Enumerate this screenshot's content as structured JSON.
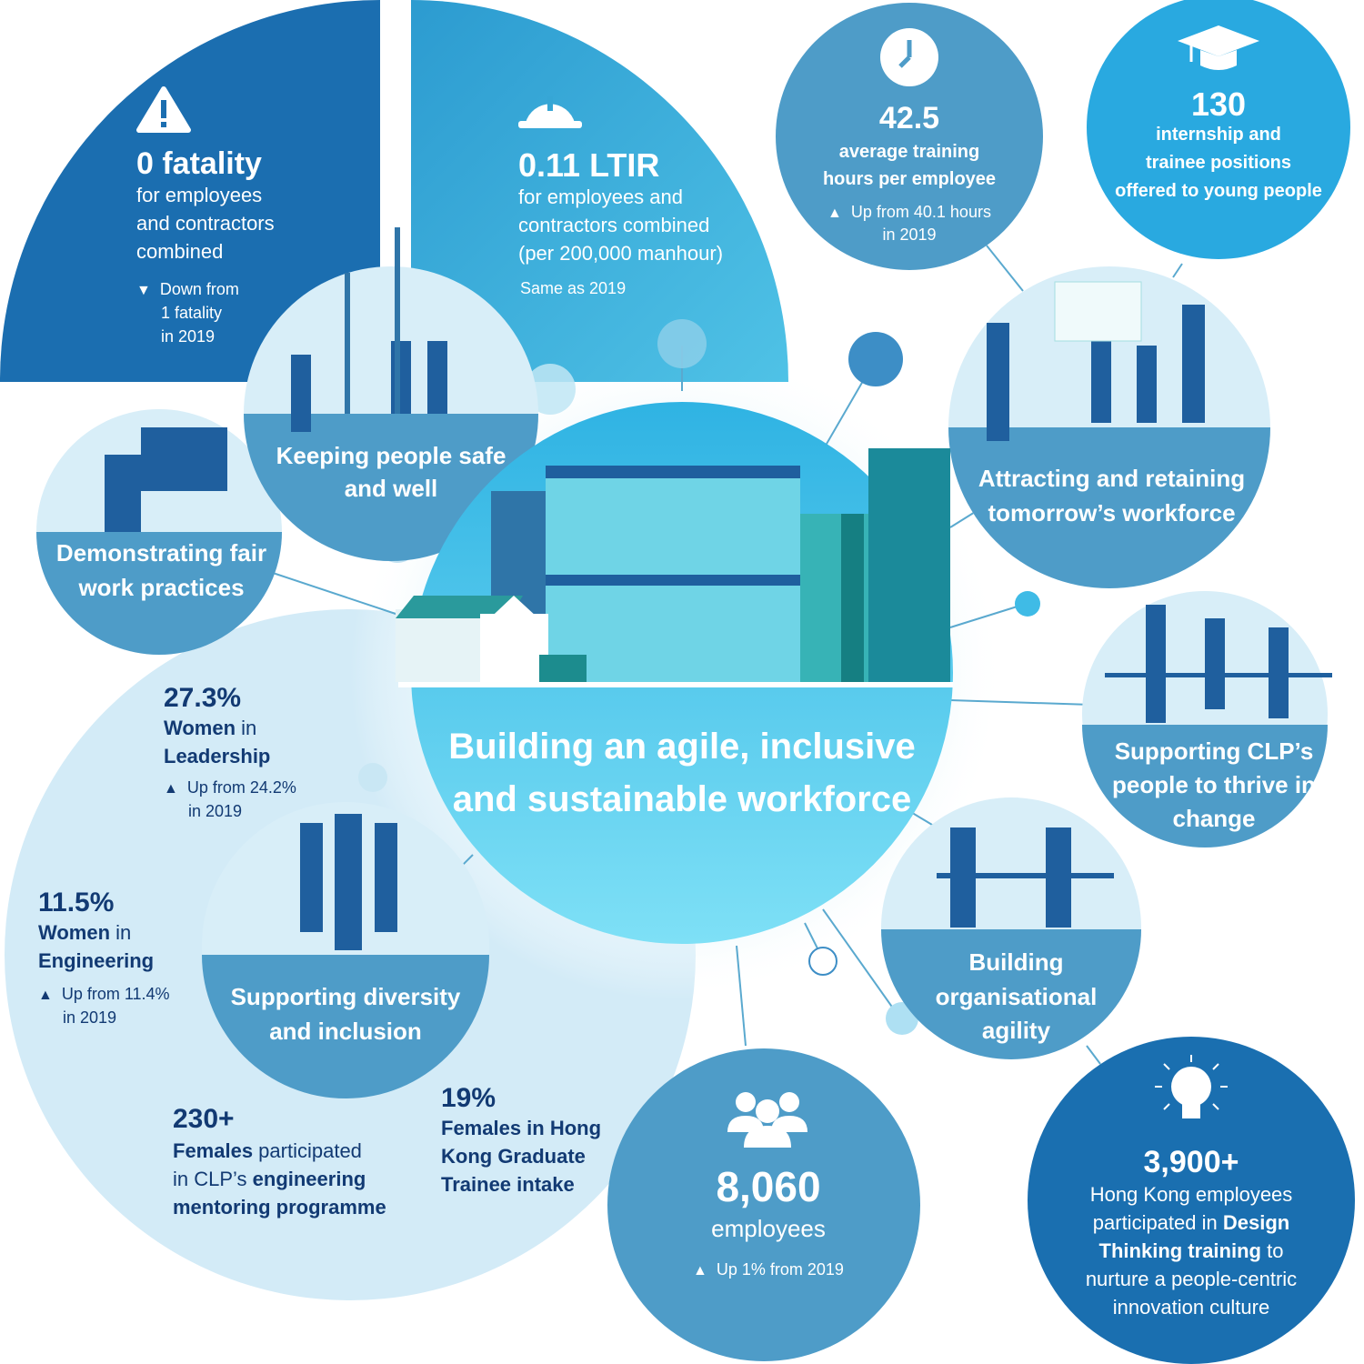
{
  "headline": "Building an agile, inclusive and sustainable workforce",
  "themes": {
    "safe": "Keeping people safe and well",
    "fair": "Demonstrating fair work practices",
    "attract": "Attracting and retaining tomorrow’s workforce",
    "thrive": "Supporting CLP’s people to thrive in change",
    "agility": "Building organisational agility",
    "diversity": "Supporting diversity and inclusion"
  },
  "fatality": {
    "value": "0 fatality",
    "desc_lines": [
      "for employees",
      "and contractors",
      "combined"
    ],
    "change_lines": [
      "Down from",
      "1 fatality",
      "in 2019"
    ],
    "trend_icon": "down-triangle-icon"
  },
  "ltir": {
    "value": "0.11 LTIR",
    "desc_lines": [
      "for employees and",
      "contractors combined",
      "(per 200,000 manhour)"
    ],
    "change": "Same as 2019"
  },
  "training": {
    "value": "42.5",
    "desc_lines": [
      "average training",
      "hours per employee"
    ],
    "change_lines": [
      "Up from 40.1 hours",
      "in 2019"
    ],
    "trend_icon": "up-triangle-icon"
  },
  "internship": {
    "value": "130",
    "desc_lines": [
      "internship and",
      "trainee positions",
      "offered to young people"
    ]
  },
  "women_leadership": {
    "value": "27.3%",
    "label_lines": [
      [
        "Women",
        " in"
      ],
      [
        "Leadership",
        ""
      ]
    ],
    "change_lines": [
      "Up from 24.2%",
      "in 2019"
    ]
  },
  "women_engineering": {
    "value": "11.5%",
    "label_lines": [
      [
        "Women",
        " in"
      ],
      [
        "Engineering",
        ""
      ]
    ],
    "change_lines": [
      "Up from 11.4%",
      "in 2019"
    ]
  },
  "mentoring": {
    "value": "230+",
    "lines": [
      [
        "Females",
        " participated"
      ],
      [
        "",
        "in CLP’s "
      ],
      [
        "engineering",
        ""
      ],
      [
        "mentoring programme",
        ""
      ]
    ]
  },
  "graduate": {
    "value": "19%",
    "lines": [
      "Females",
      " in Hong",
      "Kong Graduate",
      "Trainee intake"
    ]
  },
  "employees": {
    "value": "8,060",
    "label": "employees",
    "change": "Up 1% from 2019"
  },
  "design": {
    "value": "3,900+",
    "lines": [
      "Hong Kong employees",
      "participated in ",
      "Design",
      "Thinking training",
      " to",
      "nurture a people-centric",
      "innovation culture"
    ]
  },
  "colors": {
    "navy": "#123a73",
    "dark_blue": "#1a6fb0",
    "mid_blue": "#4e9cc8",
    "bright_blue": "#29a9e0",
    "light_blue": "#d5ecf7",
    "cyan": "#5fd0ee"
  },
  "icons": [
    "warning-icon",
    "hard-hat-icon",
    "clock-icon",
    "graduation-cap-icon",
    "people-group-icon",
    "lightbulb-icon"
  ]
}
